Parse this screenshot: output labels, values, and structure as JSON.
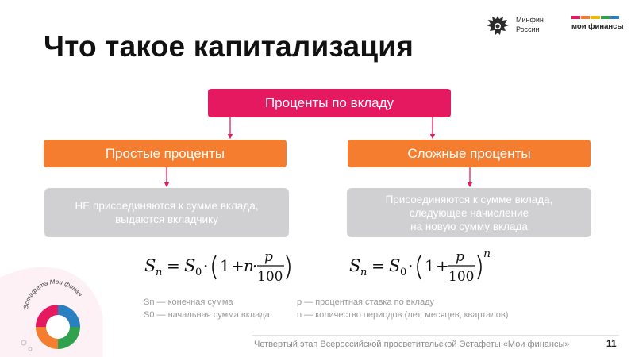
{
  "header": {
    "ministry_line1": "Минфин",
    "ministry_line2": "России",
    "brand": "мои финансы",
    "brand_colors": [
      "#e5195f",
      "#f47d30",
      "#f2b705",
      "#30a14e",
      "#2a7fc1"
    ]
  },
  "title": "Что такое капитализация",
  "diagram": {
    "root": "Проценты по вкладу",
    "left": {
      "category": "Простые проценты",
      "description": [
        "НЕ присоединяются к сумме вклада,",
        "выдаются вкладчику"
      ]
    },
    "right": {
      "category": "Сложные проценты",
      "description": [
        "Присоединяются к сумме вклада,",
        "следующее начисление",
        "на новую сумму вклада"
      ]
    }
  },
  "formulas": {
    "simple": {
      "S": "S",
      "sub_n": "n",
      "eq": "=",
      "sub_0": "0",
      "dot": "·",
      "one": "1",
      "plus": "+",
      "n": "n",
      "p": "p",
      "hundred": "100"
    },
    "compound": {
      "S": "S",
      "sub_n": "n",
      "eq": "=",
      "sub_0": "0",
      "dot": "·",
      "one": "1",
      "plus": "+",
      "p": "p",
      "hundred": "100",
      "exp": "n"
    }
  },
  "legend": {
    "sn": "Sn — конечная сумма",
    "s0": "S0 — начальная сумма вклада",
    "p": "p — процентная ставка по вкладу",
    "n": "n — количество периодов (лет, месяцев, кварталов)"
  },
  "footer": {
    "text": "Четвертый этап Всероссийской просветительской Эстафеты «Мои финансы»",
    "page_number": "11"
  },
  "logo": {
    "estafeta": "Эстафета Мои финансы"
  },
  "colors": {
    "root": "#e5195f",
    "category": "#f47d30",
    "description": "#d0d0d2",
    "connector": "#e5195f"
  }
}
